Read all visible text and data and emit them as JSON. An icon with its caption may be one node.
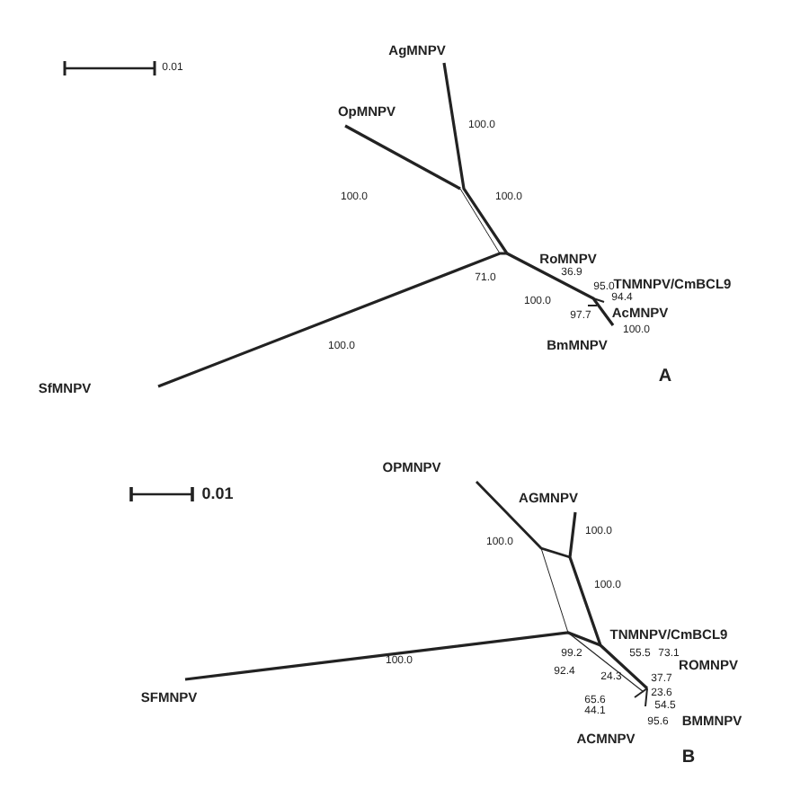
{
  "diagram": {
    "labels": [
      "0.01",
      "AgMNPV",
      "OpMNPV",
      "100.0",
      "100.0",
      "100.0",
      "RoMNPV",
      "71.0",
      "36.9",
      "TNMNPV/CmBCL9",
      "95.0",
      "94.4",
      "100.0",
      "AcMNPV",
      "97.7",
      "100.0",
      "BmMNPV",
      "100.0",
      "SfMNPV",
      "A",
      "0.01",
      "OPMNPV",
      "AGMNPV",
      "100.0",
      "100.0",
      "100.0",
      "TNMNPV/CmBCL9",
      "73.1",
      "99.2",
      "55.5",
      "92.4",
      "37.7",
      "ROMNPV",
      "24.3",
      "23.6",
      "54.5",
      "65.6",
      "44.1",
      "95.6",
      "BMMNPV",
      "ACMNPV",
      "100.0",
      "SFMNPV",
      "B"
    ]
  }
}
